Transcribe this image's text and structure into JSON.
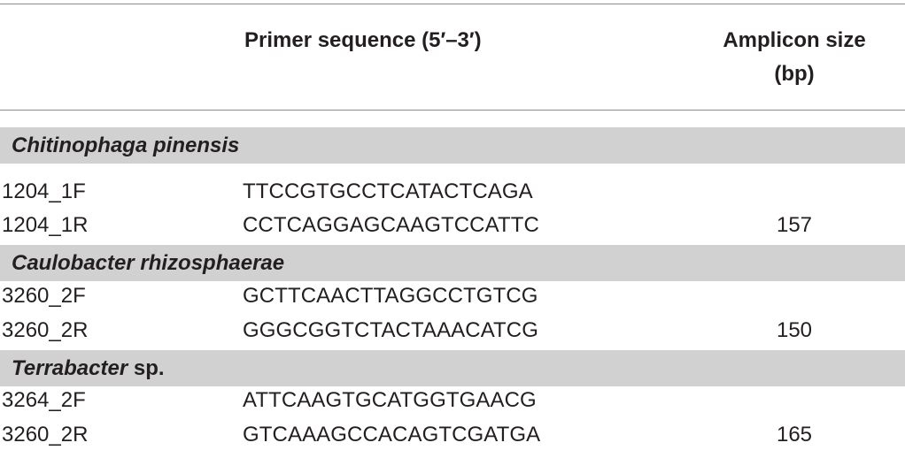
{
  "header": {
    "col_primer": "Primer sequence (5′–3′)",
    "col_amplicon_line1": "Amplicon size",
    "col_amplicon_line2": "(bp)"
  },
  "groups": [
    {
      "species_italic": "Chitinophaga pinensis",
      "species_suffix": "",
      "rows": [
        {
          "id": "1204_1F",
          "seq": "TTCCGTGCCTCATACTCAGA",
          "size": ""
        },
        {
          "id": "1204_1R",
          "seq": "CCTCAGGAGCAAGTCCATTC",
          "size": "157"
        }
      ]
    },
    {
      "species_italic": "Caulobacter rhizosphaerae",
      "species_suffix": "",
      "rows": [
        {
          "id": "3260_2F",
          "seq": "GCTTCAACTTAGGCCTGTCG",
          "size": ""
        },
        {
          "id": "3260_2R",
          "seq": "GGGCGGTCTACTAAACATCG",
          "size": "150"
        }
      ]
    },
    {
      "species_italic": "Terrabacter",
      "species_suffix": " sp.",
      "rows": [
        {
          "id": "3264_2F",
          "seq": "ATTCAAGTGCATGGTGAACG",
          "size": ""
        },
        {
          "id": "3260_2R",
          "seq": "GTCAAAGCCACAGTCGATGA",
          "size": "165"
        }
      ]
    }
  ]
}
